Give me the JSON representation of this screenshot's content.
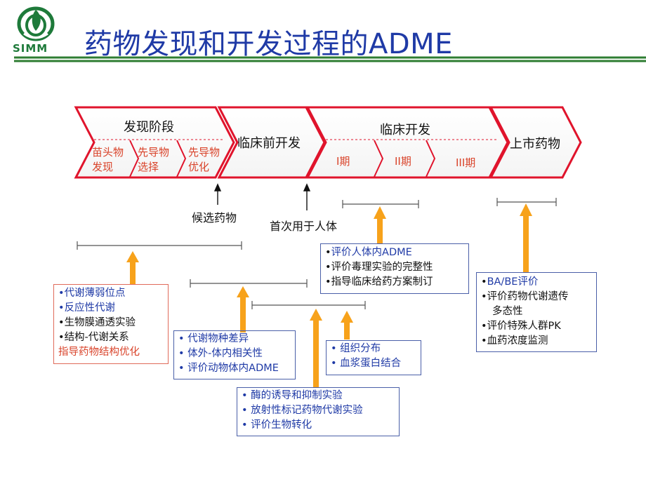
{
  "header": {
    "logo_text": "SIMM",
    "title": "药物发现和开发过程的ADME"
  },
  "colors": {
    "title": "#1f3aa6",
    "arrow_red": "#e0142c",
    "orange_arrow": "#f7a21b",
    "divider_green": "#2e7d32",
    "box_blue_border": "#4a5fa8",
    "box_red_border": "#e06a5a"
  },
  "stages": {
    "discovery": "发现阶段",
    "sub1": [
      "苗头物",
      "发现"
    ],
    "sub2": [
      "先导物",
      "选择"
    ],
    "sub3": [
      "先导物",
      "优化"
    ],
    "preclinical": "临床前开发",
    "clinical": "临床开发",
    "phase1": "I期",
    "phase2": "II期",
    "phase3": "III期",
    "market": "上市药物"
  },
  "milestones": {
    "candidate": "候选药物",
    "first_human": "首次用于人体"
  },
  "boxes": {
    "box1": [
      "代谢薄弱位点",
      "反应性代谢",
      "生物膜通透实验",
      "结构-代谢关系",
      "指导药物结构优化"
    ],
    "box2": [
      "代谢物种差异",
      "体外-体内相关性",
      "评价动物体内ADME"
    ],
    "box3": [
      "酶的诱导和抑制实验",
      "放射性标记药物代谢实验",
      "评价生物转化"
    ],
    "box4": [
      "组织分布",
      "血浆蛋白结合"
    ],
    "box5": [
      "评价人体内ADME",
      "评价毒理实验的完整性",
      "指导临床给药方案制订"
    ],
    "box6": [
      "BA/BE评价",
      "评价药物代谢遗传",
      "多态性",
      "评价特殊人群PK",
      "血药浓度监测"
    ]
  }
}
